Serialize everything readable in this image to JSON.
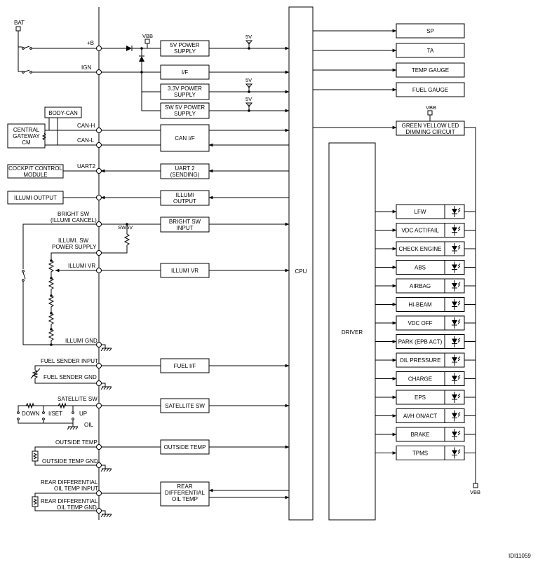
{
  "diagram": {
    "figure_id": "IDI11059",
    "cpu_label": "CPU",
    "driver_label": "DRIVER",
    "external_blocks": {
      "bat": "BAT",
      "body_can": "BODY-CAN",
      "central_gateway": [
        "CENTRAL",
        "GATEWAY",
        "CM"
      ],
      "cockpit_control": [
        "COCKPIT CONTROL",
        "MODULE"
      ],
      "illumi_output_ext": "ILLUMI OUTPUT"
    },
    "signal_labels": {
      "plus_b": "+B",
      "ign": "IGN",
      "can_h": "CAN-H",
      "can_l": "CAN-L",
      "uart2": "UART2",
      "bright_sw": [
        "BRIGHT SW",
        "(ILLUMI CANCEL)"
      ],
      "sw5v": "SW5V",
      "illumi_sw_power": [
        "ILLUMI. SW",
        "POWER SUPPLY"
      ],
      "illumi_vr": "ILLUMI VR",
      "illumi_gnd": "ILLUMI GND",
      "fuel_sender_input": "FUEL SENDER INPUT",
      "fuel_sender_gnd": "FUEL SENDER GND",
      "satellite_sw": "SATELLITE SW",
      "down": "DOWN",
      "iset": "I/SET",
      "up": "UP",
      "oil": "OIL",
      "outside_temp": "OUTSIDE TEMP",
      "outside_temp_gnd": "OUTSIDE TEMP GND",
      "rear_diff_input": [
        "REAR DIFFERENTIAL",
        "OIL TEMP INPUT"
      ],
      "rear_diff_gnd": [
        "REAR DIFFERENTIAL",
        "OIL TEMP GND"
      ],
      "vbb": "VBB",
      "v5": "5V"
    },
    "internal_blocks": {
      "power_5v": [
        "5V POWER",
        "SUPPLY"
      ],
      "if": "I/F",
      "power_33v": [
        "3.3V POWER",
        "SUPPLY"
      ],
      "sw_5v": [
        "SW 5V POWER",
        "SUPPLY"
      ],
      "can_if": "CAN I/F",
      "uart2_sending": [
        "UART 2",
        "(SENDING)"
      ],
      "illumi_output": [
        "ILLUMI",
        "OUTPUT"
      ],
      "bright_sw_input": [
        "BRIGHT SW",
        "INPUT"
      ],
      "illumi_vr": "ILLUMI VR",
      "fuel_if": "FUEL I/F",
      "satellite_sw": "SATELLITE SW",
      "outside_temp": "OUTSIDE TEMP",
      "rear_diff_temp": [
        "REAR",
        "DIFFERENTIAL",
        "OIL TEMP"
      ]
    },
    "outputs": [
      "SP",
      "TA",
      "TEMP GAUGE",
      "FUEL GAUGE"
    ],
    "dimming": [
      "GREEN YELLOW LED",
      "DIMMING CIRCUIT"
    ],
    "indicators": [
      "LFW",
      "VDC ACT/FAIL",
      "CHECK ENGINE",
      "ABS",
      "AIRBAG",
      "HI-BEAM",
      "VDC OFF",
      "PARK (EPB ACT)",
      "OIL PRESSURE",
      "CHARGE",
      "EPS",
      "AVH ON/ACT",
      "BRAKE",
      "TPMS"
    ]
  }
}
